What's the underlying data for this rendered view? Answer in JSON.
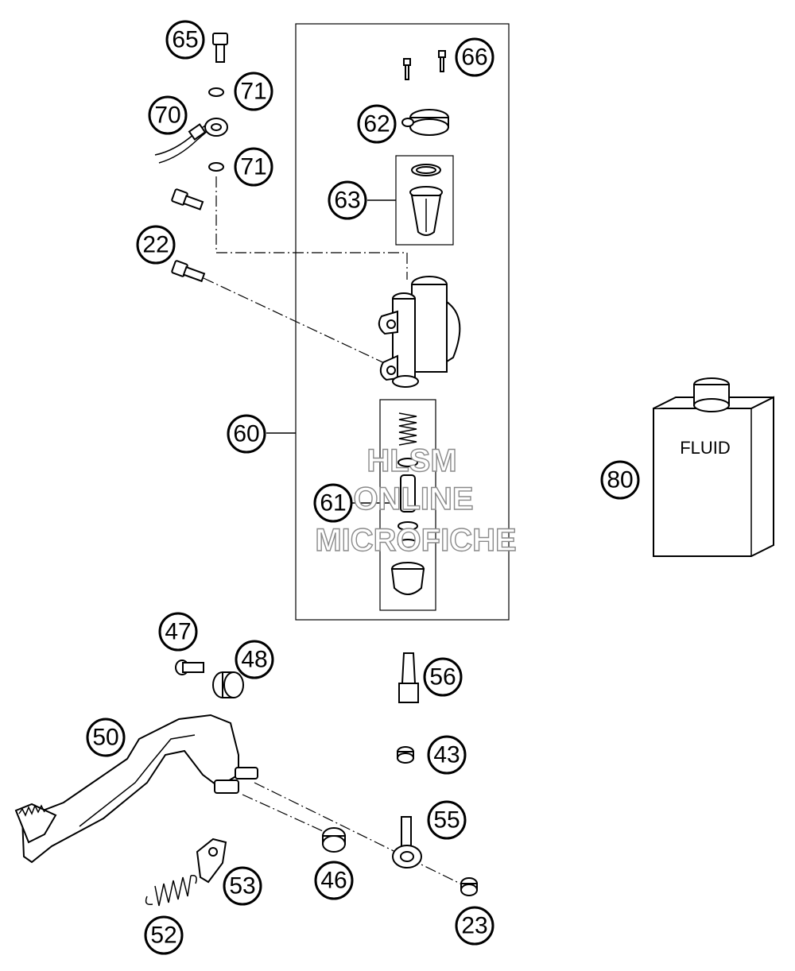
{
  "callouts": [
    {
      "label": "65"
    },
    {
      "label": "66"
    },
    {
      "label": "71"
    },
    {
      "label": "70"
    },
    {
      "label": "62"
    },
    {
      "label": "71"
    },
    {
      "label": "63"
    },
    {
      "label": "22"
    },
    {
      "label": "60"
    },
    {
      "label": "61"
    },
    {
      "label": "80"
    },
    {
      "label": "47"
    },
    {
      "label": "48"
    },
    {
      "label": "56"
    },
    {
      "label": "50"
    },
    {
      "label": "43"
    },
    {
      "label": "55"
    },
    {
      "label": "53"
    },
    {
      "label": "46"
    },
    {
      "label": "52"
    },
    {
      "label": "23"
    }
  ],
  "fluid_label": "FLUID",
  "watermark": {
    "line1": "HLSM",
    "line2": "ONLINE",
    "line3": "MICROFICHE"
  }
}
